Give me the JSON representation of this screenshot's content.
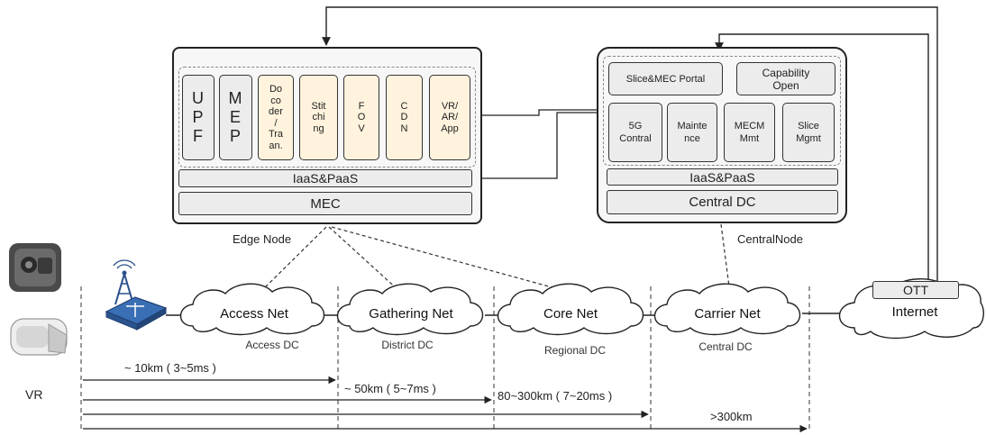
{
  "edge_node": {
    "label": "Edge Node",
    "modules": [
      {
        "name": "upf",
        "text": "U\nP\nF",
        "style": "big"
      },
      {
        "name": "mep",
        "text": "M\nE\nP",
        "style": "big"
      },
      {
        "name": "decoder",
        "text": "Do\nco\nder\n/\nTra\nan.",
        "style": "cream"
      },
      {
        "name": "stitching",
        "text": "Stit\nchi\nng",
        "style": "cream"
      },
      {
        "name": "fov",
        "text": "F\nO\nV",
        "style": "cream"
      },
      {
        "name": "cdn",
        "text": "C\nD\nN",
        "style": "cream"
      },
      {
        "name": "vr-ar-app",
        "text": "VR/\nAR/\nApp",
        "style": "cream"
      }
    ],
    "iaas_label": "IaaS&PaaS",
    "mec_label": "MEC"
  },
  "central_node": {
    "label": "CentralNode",
    "portal": "Slice&MEC Portal",
    "capability": "Capability\nOpen",
    "modules": [
      "5G\nContral",
      "Mainte\nnce",
      "MECM\nMmt",
      "Slice\nMgmt"
    ],
    "iaas_label": "IaaS&PaaS",
    "dc_label": "Central DC"
  },
  "networks": [
    {
      "name": "access-net",
      "label": "Access Net",
      "dc": "Access DC"
    },
    {
      "name": "gathering-net",
      "label": "Gathering Net",
      "dc": "District DC"
    },
    {
      "name": "core-net",
      "label": "Core  Net",
      "dc": "Regional DC"
    },
    {
      "name": "carrier-net",
      "label": "Carrier Net",
      "dc": "Central DC"
    }
  ],
  "internet": {
    "ott_label": "OTT",
    "label": "Internet"
  },
  "vr_label": "VR",
  "distances": [
    "~ 10km ( 3~5ms )",
    "~ 50km ( 5~7ms )",
    "80~300km ( 7~20ms )",
    ">300km"
  ]
}
